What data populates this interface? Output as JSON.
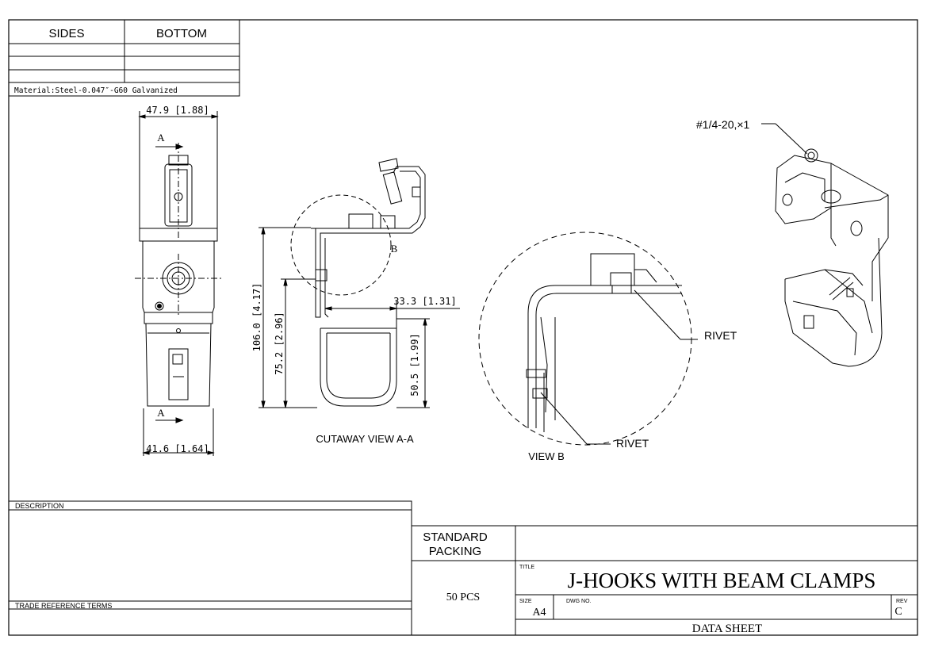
{
  "materials_table": {
    "headers": [
      "SIDES",
      "BOTTOM"
    ],
    "rows": [
      [
        "",
        ""
      ],
      [
        "",
        ""
      ],
      [
        "",
        ""
      ]
    ],
    "material_note": "Material:Steel-0.047″-G60 Galvanized"
  },
  "front_view": {
    "dim_top": "47.9 [1.88]",
    "dim_bottom": "41.6 [1.64]",
    "section_mark_top": "A",
    "section_mark_bottom": "A"
  },
  "cutaway_view": {
    "title": "CUTAWAY VIEW A-A",
    "dim_total_height": "106.0 [4.17]",
    "dim_mid_height": "75.2 [2.96]",
    "dim_hook_height": "50.5 [1.99]",
    "dim_hook_width": "33.3 [1.31]",
    "detail_ref": "B"
  },
  "detail_view": {
    "title": "VIEW B",
    "callout_rivet_upper": "RIVET",
    "callout_rivet_lower": "RIVET"
  },
  "iso_view": {
    "screw_callout": "#1/4-20,×1"
  },
  "description_block": {
    "description_label": "DESCRIPTION",
    "description_text": "",
    "trade_reference_label": "TRADE REFERENCE TERMS",
    "trade_reference_text": ""
  },
  "title_block": {
    "packing_label": "STANDARD PACKING",
    "packing_label_line1": "STANDARD",
    "packing_label_line2": "PACKING",
    "packing_value": "50 PCS",
    "title_label": "TITLE",
    "title": "J-HOOKS WITH BEAM CLAMPS",
    "size_label": "SIZE",
    "size": "A4",
    "dwg_no_label": "DWG NO.",
    "dwg_no": "",
    "rev_label": "REV",
    "rev": "C",
    "footer": "DATA SHEET"
  }
}
